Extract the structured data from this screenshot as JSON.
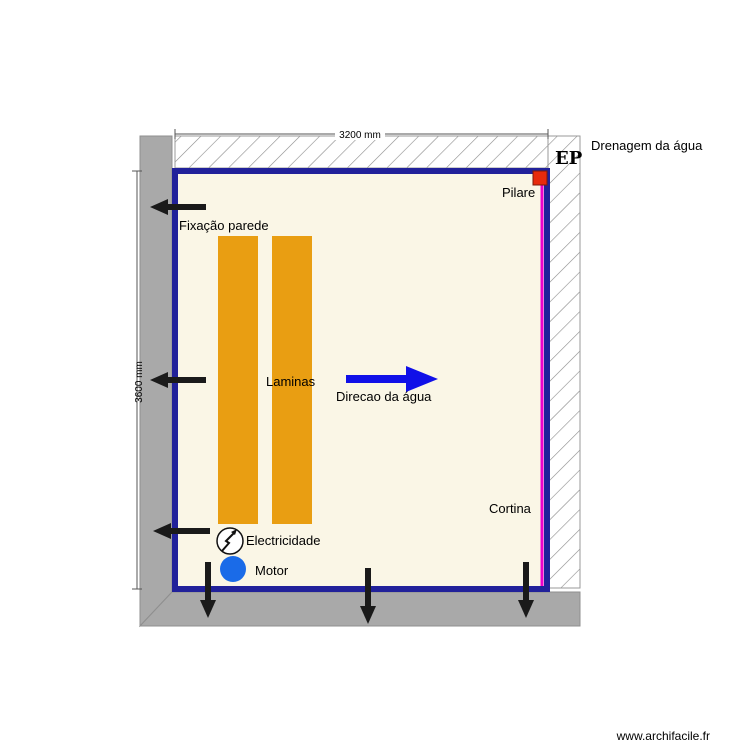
{
  "dimensions": {
    "width_label": "3200 mm",
    "height_label": "3600 mm"
  },
  "labels": {
    "ep": "EP",
    "drainage": "Drenagem da água",
    "pillar": "Pilare",
    "wall_fixing": "Fixação parede",
    "slats": "Laminas",
    "water_direction": "Direcao da água",
    "curtain": "Cortina",
    "electricity": "Electricidade",
    "motor": "Motor"
  },
  "footer": {
    "site": "www.archifacile.fr"
  },
  "colors": {
    "wall_gray": "#a9a9a9",
    "frame_blue": "#21219a",
    "floor_cream": "#faf6e6",
    "slat_orange": "#e99e12",
    "curtain_magenta": "#ee00cc",
    "pillar_red": "#e82a0c",
    "arrow_blue": "#1010e8",
    "motor_blue": "#1a6be8",
    "arrow_dark": "#1a1a1a"
  },
  "icons": {
    "pillar": "square-red-icon",
    "electricity": "lightning-circle-icon",
    "motor": "circle-blue-icon",
    "fixing": "arrow-left-icon",
    "anchor": "arrow-down-icon"
  }
}
